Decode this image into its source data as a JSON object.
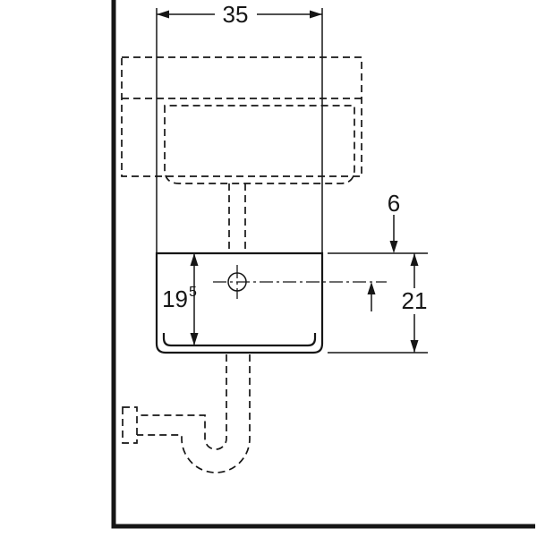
{
  "drawing": {
    "background": "#ffffff",
    "line_color": "#161616",
    "dims": {
      "width": "35",
      "rim_to_tap": "6",
      "inner_height_main": "19",
      "inner_height_sup": "5",
      "total_height": "21"
    }
  }
}
